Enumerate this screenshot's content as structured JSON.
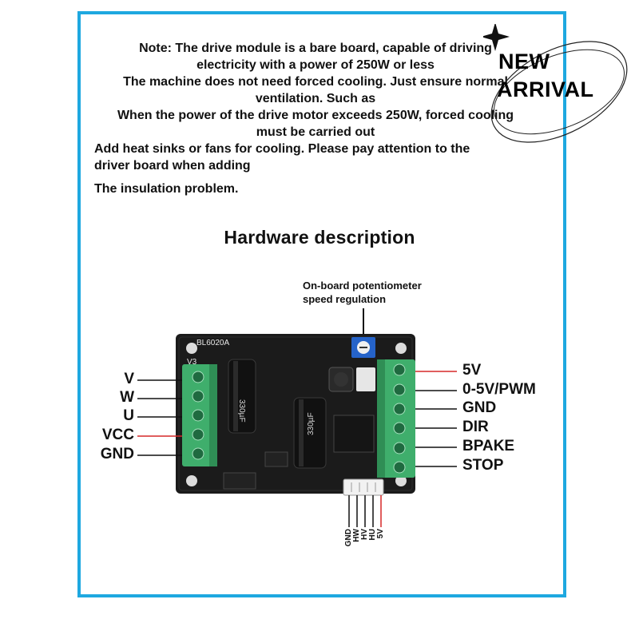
{
  "note": {
    "lines": [
      "Note: The drive module is a bare board, capable of driving",
      "electricity with a power of 250W or less",
      "The machine does not need forced cooling. Just ensure normal",
      "ventilation. Such as",
      "When the power of the drive motor exceeds 250W, forced cooling",
      "must be carried out",
      "Add heat sinks or fans for cooling. Please pay attention to the",
      "driver board when adding",
      "The insulation problem."
    ]
  },
  "hardware": {
    "title": "Hardware description",
    "pot_label_1": "On-board potentiometer",
    "pot_label_2": "speed regulation",
    "board_model": "BL6020A",
    "board_version": "V3",
    "cap_label": "330µF",
    "left_pins": [
      "V",
      "W",
      "U",
      "VCC",
      "GND"
    ],
    "right_pins": [
      "5V",
      "0-5V/PWM",
      "GND",
      "DIR",
      "BPAKE",
      "STOP"
    ],
    "hall_pins": [
      "GND",
      "HW",
      "HV",
      "HU",
      "5V"
    ]
  },
  "badge": {
    "line1": "NEW",
    "line2": "ARRIVAL"
  },
  "colors": {
    "frame": "#1ea8e0",
    "terminal": "#3fae6c",
    "pcb": "#1b1b1b",
    "wire_red": "#d62828",
    "wire_black": "#111111"
  }
}
